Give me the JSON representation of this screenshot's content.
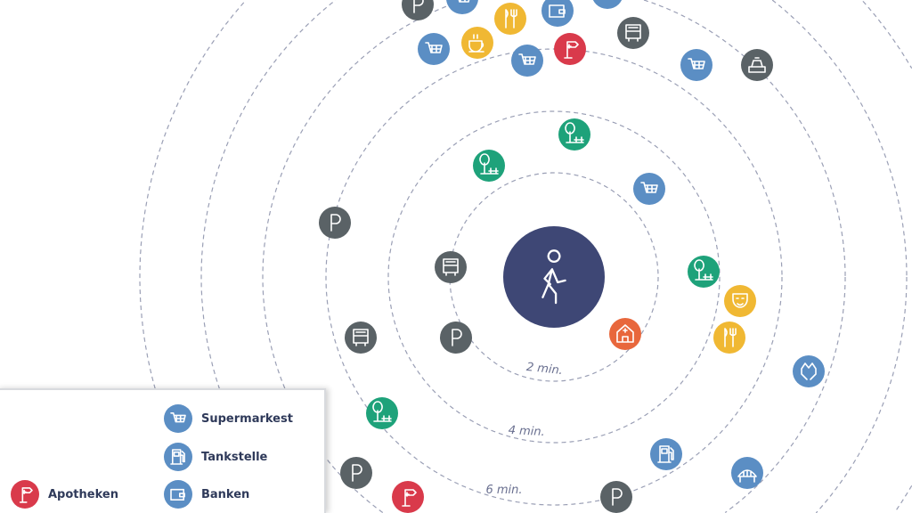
{
  "colors": {
    "shopping": "#5b8ec4",
    "nature": "#1ea27a",
    "food": "#f0b833",
    "health": "#d93a4b",
    "transport": "#5a6266",
    "culture": "#e8673c",
    "center": "#3e4775",
    "ring": "#9a9fb5"
  },
  "center": {
    "icon": "walking-person-icon"
  },
  "ring_labels": [
    "2 min.",
    "4 min.",
    "6 min."
  ],
  "pois": [
    {
      "type": "parking",
      "cat": "transport"
    },
    {
      "type": "cart",
      "cat": "shopping"
    },
    {
      "type": "cutlery",
      "cat": "food"
    },
    {
      "type": "wallet",
      "cat": "shopping"
    },
    {
      "type": "cart",
      "cat": "shopping"
    },
    {
      "type": "cart",
      "cat": "shopping"
    },
    {
      "type": "coffee",
      "cat": "food"
    },
    {
      "type": "cart",
      "cat": "shopping"
    },
    {
      "type": "pharmacy",
      "cat": "health"
    },
    {
      "type": "bus",
      "cat": "transport"
    },
    {
      "type": "cart",
      "cat": "shopping"
    },
    {
      "type": "taxi",
      "cat": "transport"
    },
    {
      "type": "park",
      "cat": "nature"
    },
    {
      "type": "park",
      "cat": "nature"
    },
    {
      "type": "cart",
      "cat": "shopping"
    },
    {
      "type": "parking",
      "cat": "transport"
    },
    {
      "type": "bus",
      "cat": "transport"
    },
    {
      "type": "park",
      "cat": "nature"
    },
    {
      "type": "theater",
      "cat": "food"
    },
    {
      "type": "parking",
      "cat": "transport"
    },
    {
      "type": "hospital",
      "cat": "culture"
    },
    {
      "type": "cutlery",
      "cat": "food"
    },
    {
      "type": "bus",
      "cat": "transport"
    },
    {
      "type": "hands",
      "cat": "shopping"
    },
    {
      "type": "park",
      "cat": "nature"
    },
    {
      "type": "fuel",
      "cat": "shopping"
    },
    {
      "type": "parking",
      "cat": "transport"
    },
    {
      "type": "bridge",
      "cat": "shopping"
    },
    {
      "type": "pharmacy",
      "cat": "health"
    },
    {
      "type": "parking",
      "cat": "transport"
    }
  ],
  "legend": [
    {
      "label": "Supermarkest",
      "type": "cart",
      "cat": "shopping"
    },
    {
      "label": "Tankstelle",
      "type": "fuel",
      "cat": "shopping"
    },
    {
      "label": "Banken",
      "type": "wallet",
      "cat": "shopping"
    },
    {
      "label": "Apotheken",
      "type": "pharmacy",
      "cat": "health"
    }
  ]
}
